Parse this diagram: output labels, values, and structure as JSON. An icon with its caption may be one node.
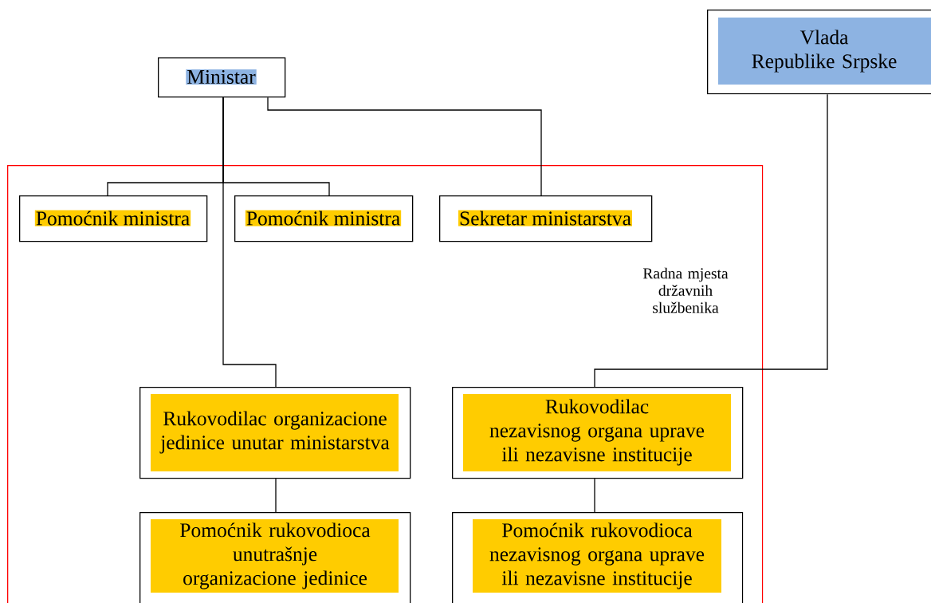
{
  "diagram": {
    "nodes": [
      {
        "text": [
          "Ministar"
        ]
      },
      {
        "text": [
          "Vlada",
          "Republike Srpske"
        ]
      },
      {
        "text": [
          "Radna mjesta državnih službenika"
        ]
      },
      {
        "text": [
          "Pomoćnik ministra"
        ],
        "in": 2
      },
      {
        "text": [
          "Pomoćnik ministra"
        ],
        "in": 2
      },
      {
        "text": [
          "Sekretar ministarstva"
        ],
        "in": 2
      },
      {
        "text": [
          "Rukovodilac organizacione jedinice unutar ministarstva"
        ],
        "in": 2
      },
      {
        "text": [
          "Rukovodilac",
          "nezavisnog organa uprave ili nezavisne institucije"
        ],
        "in": 2
      },
      {
        "text": [
          "Pomoćnik rukovodioca unutrašnje organizacione jedinice"
        ],
        "in": 2
      },
      {
        "text": [
          "Pomoćnik rukovodioca nezavisnog organa uprave ili nezavisne institucije"
        ],
        "in": 2
      }
    ],
    "edges": [
      {
        "from": 0,
        "to": 3,
        "arrow": "none"
      },
      {
        "from": 0,
        "to": 4,
        "arrow": "none"
      },
      {
        "from": 0,
        "to": 6,
        "arrow": "none"
      },
      {
        "from": 0,
        "to": 5,
        "arrow": "none"
      },
      {
        "from": 1,
        "to": 7,
        "arrow": "none"
      },
      {
        "from": 6,
        "to": 8,
        "arrow": "none"
      },
      {
        "from": 7,
        "to": 9,
        "arrow": "none"
      }
    ]
  }
}
